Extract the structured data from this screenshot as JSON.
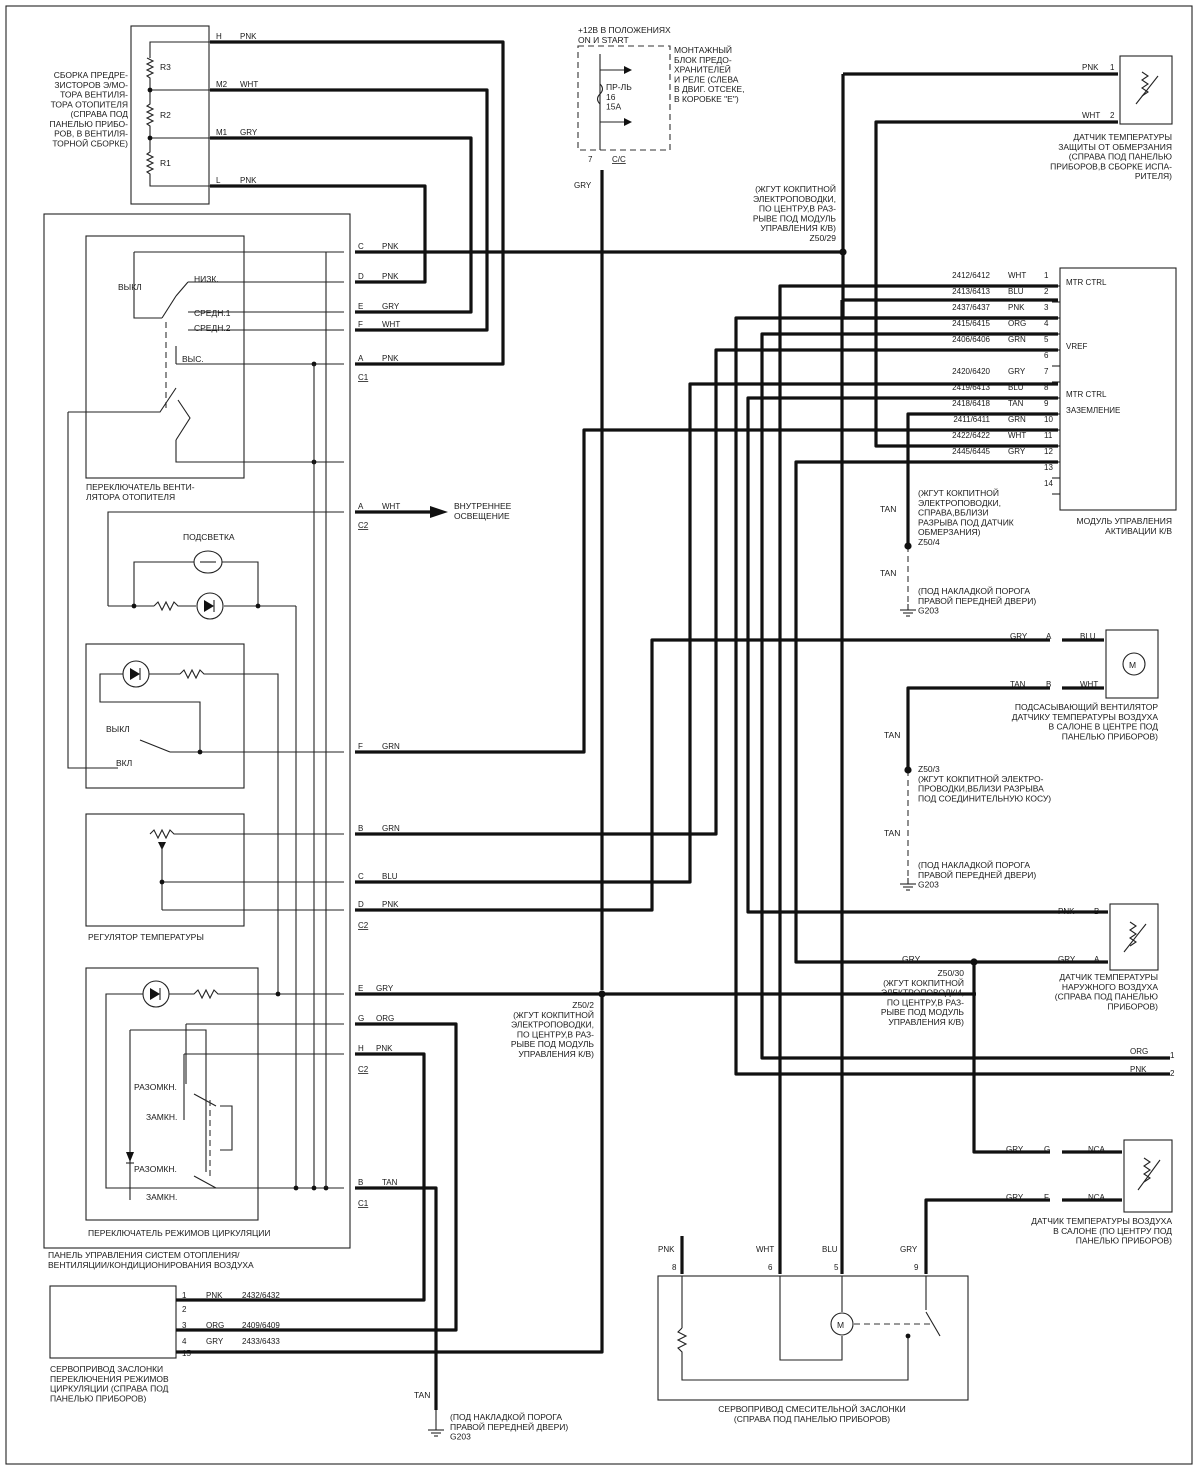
{
  "resistor_pack": {
    "title": "СБОРКА ПРЕДРЕ-\nЗИСТОРОВ Э/МО-\nТОРА ВЕНТИЛЯ-\nТОРА ОТОПИТЕЛЯ\n(СПРАВА ПОД\nПАНЕЛЬЮ ПРИБО-\nРОВ, В ВЕНТИЛЯ-\nТОРНОЙ СБОРКЕ)",
    "resistors": [
      "R3",
      "R2",
      "R1"
    ],
    "pins": [
      {
        "pin": "H",
        "color": "PNK"
      },
      {
        "pin": "M2",
        "color": "WHT"
      },
      {
        "pin": "M1",
        "color": "GRY"
      },
      {
        "pin": "L",
        "color": "PNK"
      }
    ]
  },
  "fuse_block": {
    "feed": "+12В В ПОЛОЖЕНИЯХ\nON И START",
    "fuse_label": "ПР-ЛЬ\n16\n15A",
    "desc": "МОНТАЖНЫЙ\nБЛОК ПРЕДО-\nХРАНИТЕЛЕЙ\nИ РЕЛЕ (СЛЕВА\nВ ДВИГ. ОТСЕКЕ,\nВ КОРОБКЕ \"Е\")",
    "pin": "7",
    "connector": "C/C",
    "wire": "GRY"
  },
  "frost_sensor": {
    "title": "ДАТЧИК ТЕМПЕРАТУРЫ\nЗАЩИТЫ ОТ ОБМЕРЗАНИЯ\n(СПРАВА ПОД ПАНЕЛЬЮ\nПРИБОРОВ,В СБОРКЕ ИСПА-\nРИТЕЛЯ)",
    "pins": [
      {
        "color": "PNK",
        "pin": "1"
      },
      {
        "color": "WHT",
        "pin": "2"
      }
    ]
  },
  "splices": {
    "z50_29": "(ЖГУТ КОКПИТНОЙ\nЭЛЕКТРОПОВОДКИ,\nПО ЦЕНТРУ,В РАЗ-\nРЫВЕ ПОД МОДУЛЬ\nУПРАВЛЕНИЯ К/В)\nZ50/29",
    "z50_4": "(ЖГУТ КОКПИТНОЙ\nЭЛЕКТРОПОВОДКИ,\nСПРАВА,ВБЛИЗИ\nРАЗРЫВА ПОД ДАТЧИК\nОБМЕРЗАНИЯ)\nZ50/4",
    "z50_3": "Z50/3\n(ЖГУТ КОКПИТНОЙ ЭЛЕКТРО-\nПРОВОДКИ,ВБЛИЗИ РАЗРЫВА\nПОД СОЕДИНИТЕЛЬНУЮ КОСУ)",
    "z50_2": "Z50/2\n(ЖГУТ КОКПИТНОЙ\nЭЛЕКТРОПОВОДКИ,\nПО ЦЕНТРУ,В РАЗ-\nРЫВЕ ПОД МОДУЛЬ\nУПРАВЛЕНИЯ К/В)",
    "z50_30": "Z50/30\n(ЖГУТ КОКПИТНОЙ\nЭЛЕКТРОПОВОДКИ,\nПО ЦЕНТРУ,В РАЗ-\nРЫВЕ ПОД МОДУЛЬ\nУПРАВЛЕНИЯ К/В)",
    "tan": "TAN",
    "gry": "GRY"
  },
  "grounds": {
    "g203_a": "(ПОД НАКЛАДКОЙ ПОРОГА\nПРАВОЙ ПЕРЕДНЕЙ ДВЕРИ)\nG203",
    "g203_b": "(ПОД НАКЛАДКОЙ ПОРОГА\nПРАВОЙ ПЕРЕДНЕЙ ДВЕРИ)\nG203",
    "g203_c": "(ПОД НАКЛАДКОЙ ПОРОГА\nПРАВОЙ ПЕРЕДНЕЙ ДВЕРИ)\nG203"
  },
  "module": {
    "title": "МОДУЛЬ УПРАВЛЕНИЯ\nАКТИВАЦИИ К/В",
    "rows": [
      {
        "circuit": "2412/6412",
        "color": "WHT",
        "pin": "1",
        "func": "MTR CTRL"
      },
      {
        "circuit": "2413/6413",
        "color": "BLU",
        "pin": "2",
        "func": ""
      },
      {
        "circuit": "2437/6437",
        "color": "PNK",
        "pin": "3",
        "func": ""
      },
      {
        "circuit": "2415/6415",
        "color": "ORG",
        "pin": "4",
        "func": ""
      },
      {
        "circuit": "2406/6406",
        "color": "GRN",
        "pin": "5",
        "func": "VREF"
      },
      {
        "circuit": "",
        "color": "",
        "pin": "6",
        "func": ""
      },
      {
        "circuit": "2420/6420",
        "color": "GRY",
        "pin": "7",
        "func": ""
      },
      {
        "circuit": "2419/6413",
        "color": "BLU",
        "pin": "8",
        "func": "MTR CTRL"
      },
      {
        "circuit": "2418/6418",
        "color": "TAN",
        "pin": "9",
        "func": "ЗАЗЕМЛЕНИЕ"
      },
      {
        "circuit": "2411/6411",
        "color": "GRN",
        "pin": "10",
        "func": ""
      },
      {
        "circuit": "2422/6422",
        "color": "WHT",
        "pin": "11",
        "func": ""
      },
      {
        "circuit": "2445/6445",
        "color": "GRY",
        "pin": "12",
        "func": ""
      },
      {
        "circuit": "",
        "color": "",
        "pin": "13",
        "func": ""
      },
      {
        "circuit": "",
        "color": "",
        "pin": "14",
        "func": ""
      }
    ]
  },
  "control_panel": {
    "title": "ПАНЕЛЬ УПРАВЛЕНИЯ СИСТЕМ ОТОПЛЕНИЯ/\nВЕНТИЛЯЦИИ/КОНДИЦИОНИРОВАНИЯ ВОЗДУХА",
    "blower_switch": {
      "title": "ПЕРЕКЛЮЧАТЕЛЬ ВЕНТИ-\nЛЯТОРА ОТОПИТЕЛЯ",
      "positions": [
        "ВЫКЛ",
        "НИЗК.",
        "СРЕДН.1",
        "СРЕДН.2",
        "ВЫС."
      ]
    },
    "c1_pins": [
      {
        "pin": "C",
        "color": "PNK"
      },
      {
        "pin": "D",
        "color": "PNK"
      },
      {
        "pin": "E",
        "color": "GRY"
      },
      {
        "pin": "F",
        "color": "WHT"
      },
      {
        "pin": "A",
        "color": "PNK"
      }
    ],
    "c1": "C1",
    "c2": "C2",
    "interior_light": {
      "pin": "A",
      "color": "WHT",
      "label": "ВНУТРЕННЕЕ\nОСВЕЩЕНИЕ"
    },
    "backlight": "ПОДСВЕТКА",
    "ac_switch": {
      "off": "ВЫКЛ",
      "on": "ВКЛ",
      "pin": "F",
      "color": "GRN"
    },
    "temp_control": {
      "title": "РЕГУЛЯТОР ТЕМПЕРАТУРЫ",
      "pins": [
        {
          "pin": "B",
          "color": "GRN"
        },
        {
          "pin": "C",
          "color": "BLU"
        },
        {
          "pin": "D",
          "color": "PNK"
        }
      ]
    },
    "recirc_switch": {
      "title": "ПЕРЕКЛЮЧАТЕЛЬ РЕЖИМОВ ЦИРКУЛЯЦИИ",
      "states": [
        "РАЗОМКН.",
        "ЗАМКН.",
        "РАЗОМКН.",
        "ЗАМКН."
      ],
      "pins": [
        {
          "pin": "E",
          "color": "GRY"
        },
        {
          "pin": "G",
          "color": "ORG"
        },
        {
          "pin": "H",
          "color": "PNK"
        },
        {
          "pin": "B",
          "color": "TAN"
        }
      ]
    }
  },
  "aspirator": {
    "title": "ПОДСАСЫВАЮЩИЙ ВЕНТИЛЯТОР\nДАТЧИКУ ТЕМПЕРАТУРЫ ВОЗДУХА\nВ САЛОНЕ В ЦЕНТРЕ ПОД\nПАНЕЛЬЮ ПРИБОРОВ)",
    "pins": [
      {
        "in": "GRY",
        "pin": "A",
        "out": "BLU"
      },
      {
        "in": "TAN",
        "pin": "B",
        "out": "WHT"
      }
    ],
    "motor": "M"
  },
  "ambient_sensor": {
    "title": "ДАТЧИК ТЕМПЕРАТУРЫ\nНАРУЖНОГО ВОЗДУХА\n(СПРАВА ПОД ПАНЕЛЬЮ\nПРИБОРОВ)",
    "pins": [
      {
        "color": "PNK",
        "pin": "B"
      },
      {
        "color": "GRY",
        "pin": "A"
      }
    ]
  },
  "right_exits": [
    {
      "color": "ORG",
      "num": "1"
    },
    {
      "color": "PNK",
      "num": "2"
    }
  ],
  "cabin_sensor": {
    "title": "ДАТЧИК ТЕМПЕРАТУРЫ ВОЗДУХА\nВ САЛОНЕ (ПО ЦЕНТРУ ПОД\nПАНЕЛЬЮ ПРИБОРОВ)",
    "pins": [
      {
        "in": "GRY",
        "pin": "G",
        "out": "NCA"
      },
      {
        "in": "GRY",
        "pin": "F",
        "out": "NCA"
      }
    ]
  },
  "recirc_actuator": {
    "title": "СЕРВОПРИВОД ЗАСЛОНКИ\nПЕРЕКЛЮЧЕНИЯ РЕЖИМОВ\nЦИРКУЛЯЦИИ  (СПРАВА ПОД\nПАНЕЛЬЮ ПРИБОРОВ)",
    "rows": [
      {
        "pin": "1",
        "color": "PNK",
        "circuit": "2432/6432"
      },
      {
        "pin": "2",
        "color": "",
        "circuit": ""
      },
      {
        "pin": "3",
        "color": "ORG",
        "circuit": "2409/6409"
      },
      {
        "pin": "4",
        "color": "GRY",
        "circuit": "2433/6433"
      },
      {
        "pin": "15",
        "color": "",
        "circuit": ""
      }
    ]
  },
  "mix_actuator": {
    "title": "СЕРВОПРИВОД СМЕСИТЕЛЬНОЙ ЗАСЛОНКИ\n(СПРАВА ПОД ПАНЕЛЬЮ ПРИБОРОВ)",
    "pins": [
      {
        "color": "PNK",
        "pin": "8"
      },
      {
        "color": "WHT",
        "pin": "6"
      },
      {
        "color": "BLU",
        "pin": "5"
      },
      {
        "color": "GRY",
        "pin": "9"
      }
    ],
    "motor": "M"
  }
}
